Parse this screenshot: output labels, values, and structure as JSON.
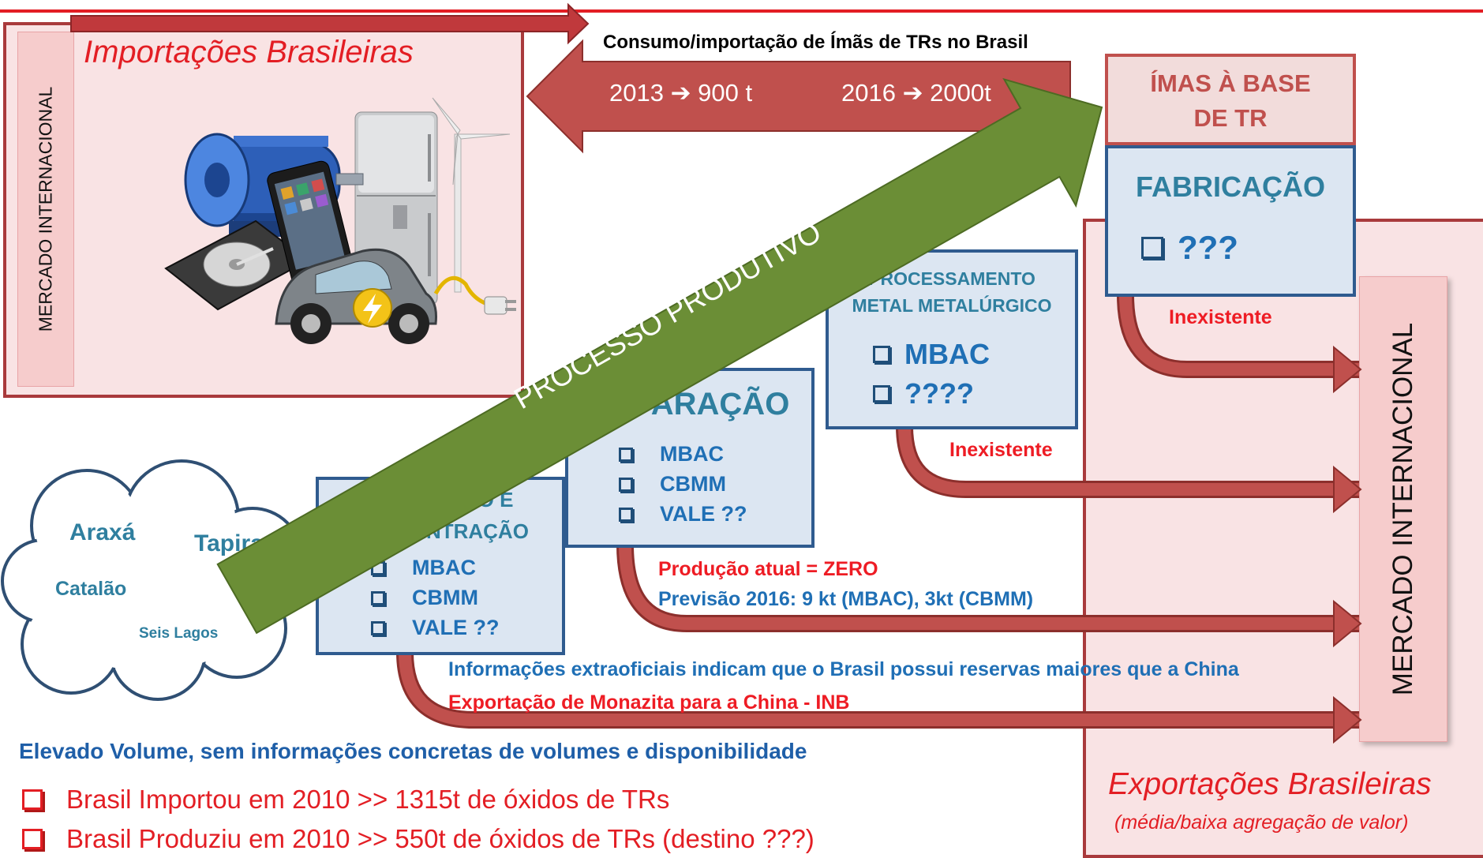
{
  "diagram": {
    "imports_title": "Importações Brasileiras",
    "left_market_label": "MERCADO INTERNACIONAL",
    "right_market_label": "MERCADO INTERNACIONAL",
    "consumption_title": "Consumo/importação de Ímãs de TRs no Brasil",
    "consumption_2013": "2013 ➔ 900 t",
    "consumption_2016": "2016 ➔ 2000t",
    "process_arrow_label": "PROCESSO PRODUTIVO",
    "magnets_title_line1": "ÍMAS À BASE",
    "magnets_title_line2": "DE TR",
    "fabrication_title": "FABRICAÇÃO",
    "fabrication_item": "???",
    "fabrication_status": "Inexistente",
    "processing_title_line1": "PROCESSAMENTO",
    "processing_title_line2": "METAL METALÚRGICO",
    "processing_items": [
      "MBAC",
      "????"
    ],
    "processing_status": "Inexistente",
    "separation_title": "SEPARAÇÃO",
    "separation_items": [
      "MBAC",
      "CBMM",
      "VALE ??"
    ],
    "separation_status_1": "Produção atual = ZERO",
    "separation_status_2": "Previsão 2016: 9 kt (MBAC), 3kt (CBMM)",
    "mining_title_line1": "MINERAÇÃO E",
    "mining_title_line2": "CONCENTRAÇÃO",
    "mining_items": [
      "MBAC",
      "CBMM",
      "VALE ??"
    ],
    "mining_note_1": "Informações extraoficiais indicam que o Brasil possui reservas maiores que a China",
    "mining_note_2": "Exportação de Monazita para a China - INB",
    "cloud_locations": [
      "Araxá",
      "Tapira",
      "Catalão",
      "Seis Lagos"
    ],
    "volume_note": "Elevado Volume, sem informações concretas de volumes e disponibilidade",
    "bottom_items": [
      "Brasil Importou em 2010 >> 1315t de óxidos de TRs",
      "Brasil Produziu em  2010  >>  550t de óxidos de TRs (destino ???)"
    ],
    "exports_title": "Exportações Brasileiras",
    "exports_subtitle": "(média/baixa agregação de valor)"
  },
  "colors": {
    "red_accent": "#e31e24",
    "dark_red": "#a93a3c",
    "pink_fill": "#f9e3e4",
    "blue_box_fill": "#dce6f2",
    "blue_border": "#2f5b8f",
    "green_arrow": "#6b8e36",
    "teal_text": "#2f7f9f",
    "blue_text": "#1f6fb5"
  },
  "icons": [
    "motor-icon",
    "refrigerator-icon",
    "wind-turbine-icon",
    "hard-drive-icon",
    "smartphone-icon",
    "electric-car-icon",
    "plug-icon"
  ]
}
